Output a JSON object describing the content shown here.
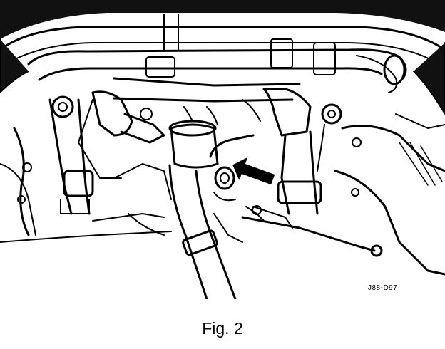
{
  "figure": {
    "reference_code": "J88-D97",
    "caption": "Fig. 2",
    "illustration": "engine-vacuum-port-line-drawing",
    "colors": {
      "ink": "#000000",
      "background": "#ffffff"
    }
  }
}
